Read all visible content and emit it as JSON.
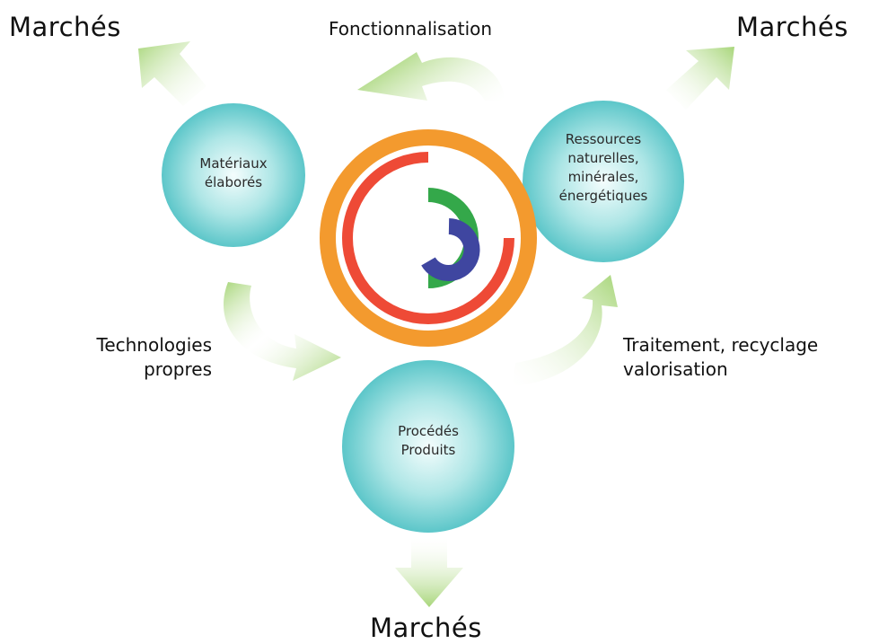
{
  "diagram": {
    "markets_top_left": "Marchés",
    "markets_top_right": "Marchés",
    "markets_bottom": "Marchés",
    "fonctionnalisation": "Fonctionnalisation",
    "technologies_line1": "Technologies",
    "technologies_line2": "propres",
    "traitement_line1": "Traitement, recyclage",
    "traitement_line2": "valorisation",
    "node_materiaux_line1": "Matériaux",
    "node_materiaux_line2": "élaborés",
    "node_ressources_line1": "Ressources",
    "node_ressources_line2": "naturelles,",
    "node_ressources_line3": "minérales,",
    "node_ressources_line4": "énergétiques",
    "node_procedes_line1": "Procédés",
    "node_procedes_line2": "Produits"
  },
  "colors": {
    "circle_fill": "#7fd3d6",
    "arrow_green": "#b6dc8a",
    "ring_orange": "#f39a2e",
    "arc_red": "#ee4a36",
    "arc_green": "#34a84a",
    "arc_blue": "#3f46a0"
  }
}
